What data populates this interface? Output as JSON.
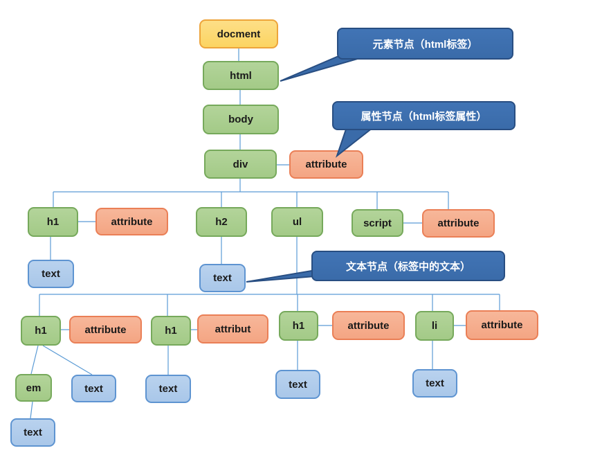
{
  "nodes": {
    "docment": "docment",
    "html": "html",
    "body": "body",
    "div": "div",
    "div_attr": "attribute",
    "h1a": "h1",
    "h1a_attr": "attribute",
    "h1a_text": "text",
    "h2": "h2",
    "h2_text": "text",
    "ul": "ul",
    "script": "script",
    "script_attr": "attribute",
    "h1b": "h1",
    "h1b_attr": "attribute",
    "h1c": "h1",
    "h1c_attr": "attribut",
    "h1d": "h1",
    "h1d_attr": "attribute",
    "li": "li",
    "li_attr": "attribute",
    "em": "em",
    "em_text": "text",
    "h1b_text": "text",
    "h1c_text": "text",
    "h1d_text": "text",
    "li_text": "text"
  },
  "callouts": {
    "element": "元素节点（html标签）",
    "attribute": "属性节点（html标签属性）",
    "text": "文本节点（标签中的文本）"
  },
  "colors": {
    "document_fill": "#FCD462",
    "document_border": "#EDA43B",
    "element_fill": "#A3CA87",
    "element_border": "#76A95B",
    "attribute_fill": "#F4A583",
    "attribute_border": "#EA7F56",
    "text_fill": "#A9C7E9",
    "text_border": "#5E94D1",
    "callout_fill": "#3A6BA9",
    "callout_border": "#284E82",
    "connector": "#5B9BD5"
  }
}
